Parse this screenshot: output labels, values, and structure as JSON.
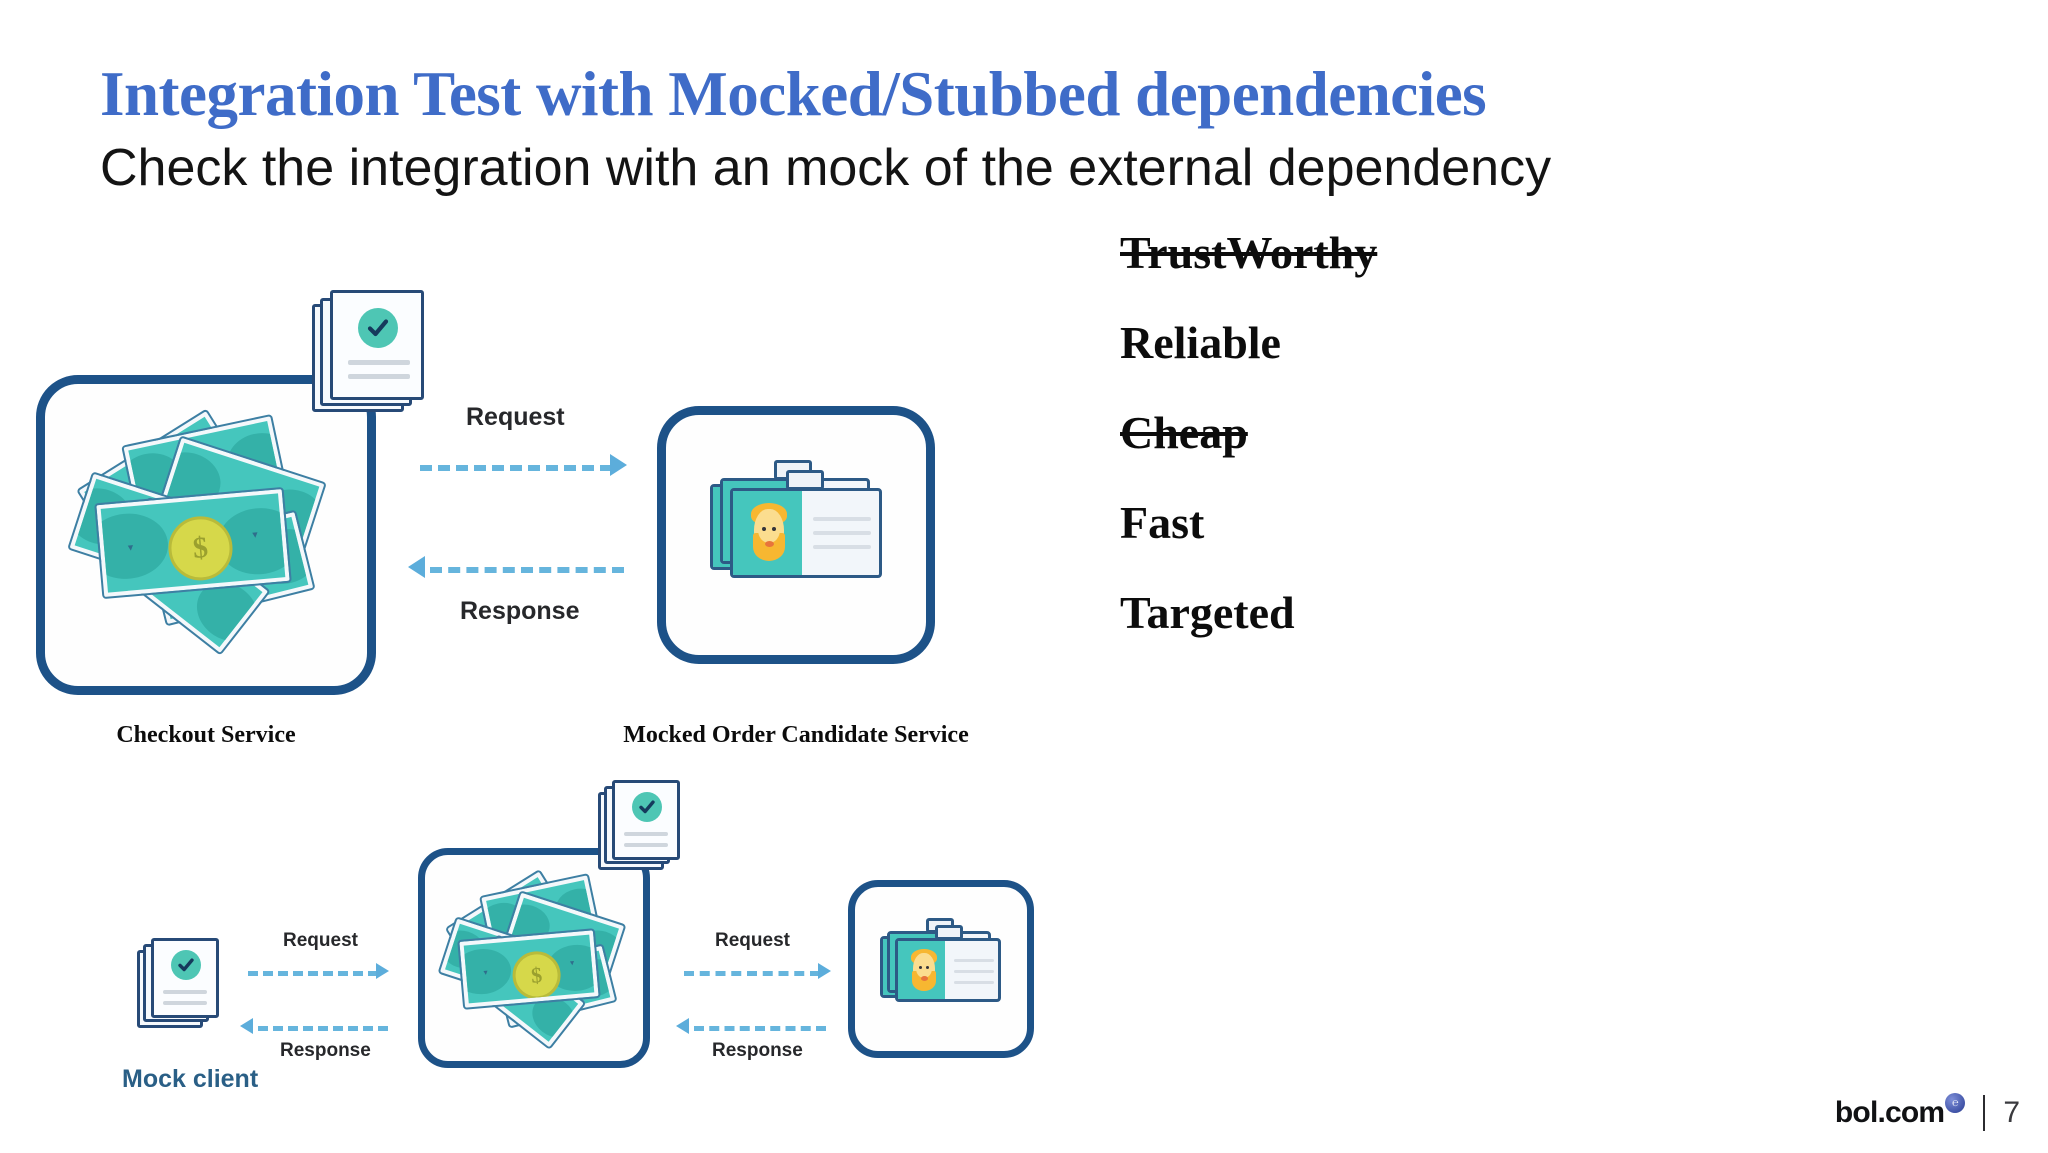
{
  "header": {
    "title": "Integration Test with Mocked/Stubbed dependencies",
    "subtitle": "Check the integration with an mock of the external dependency",
    "title_color": "#3f6cc8"
  },
  "attributes": {
    "items": [
      {
        "label": "TrustWorthy",
        "struck": true
      },
      {
        "label": "Reliable",
        "struck": false
      },
      {
        "label": "Cheap",
        "struck": true
      },
      {
        "label": "Fast",
        "struck": false
      },
      {
        "label": "Targeted",
        "struck": false
      }
    ]
  },
  "diagram_top": {
    "left_service_label": "Checkout Service",
    "right_service_label": "Mocked Order Candidate Service",
    "request_label": "Request",
    "response_label": "Response"
  },
  "diagram_bottom": {
    "mock_client_label": "Mock client",
    "left_request_label": "Request",
    "left_response_label": "Response",
    "right_request_label": "Request",
    "right_response_label": "Response"
  },
  "icons": {
    "check_document": "check-document-icon",
    "money_stack": "money-stack-icon",
    "id_cards": "id-card-stack-icon",
    "dollar": "$"
  },
  "footer": {
    "brand": "bol.com",
    "brand_badge": "℮",
    "page_number": "7"
  },
  "colors": {
    "service_border": "#1d5288",
    "arrow": "#5caddb",
    "teal": "#45c6bd",
    "mock_label": "#2a5f86"
  }
}
